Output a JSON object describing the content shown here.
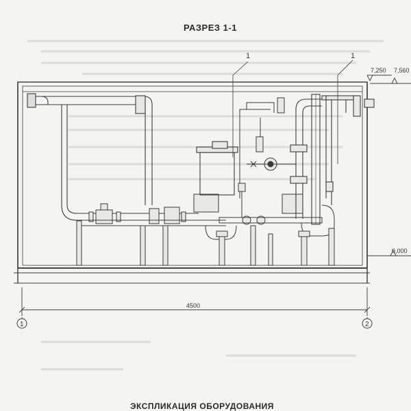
{
  "drawing": {
    "section_title": "РАЗРЕЗ 1-1",
    "bottom_title": "ЭКСПЛИКАЦИЯ ОБОРУДОВАНИЯ",
    "elevations": {
      "top_left": "7,250",
      "top_right": "7,560",
      "floor": "0,000"
    },
    "dimension": "4500",
    "callouts": [
      "1",
      "1"
    ],
    "axes": [
      "1",
      "2"
    ]
  },
  "colors": {
    "line": "#3a3a3a",
    "paper": "#f4f4f2",
    "faint": "#d8d8d6"
  }
}
